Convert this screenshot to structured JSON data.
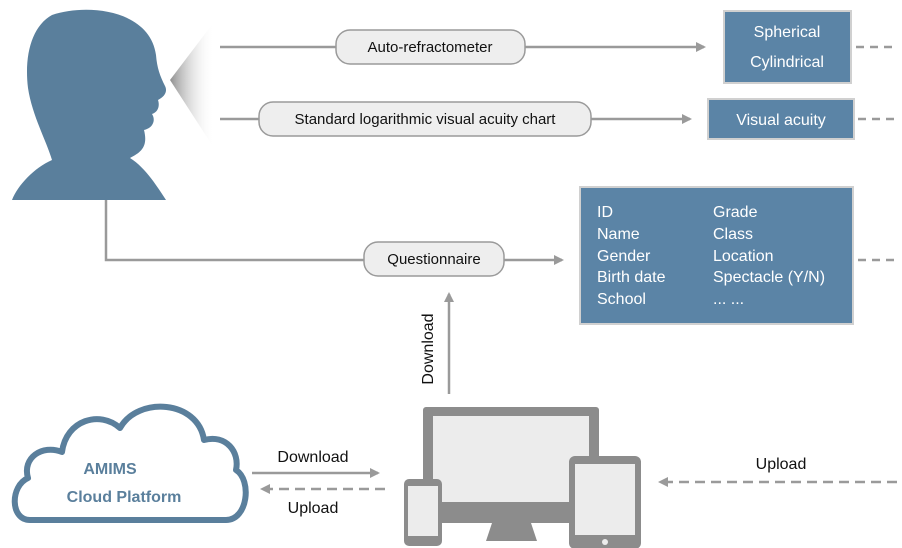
{
  "colors": {
    "accent_blue": "#5a7f9c",
    "box_blue": "#5b84a6",
    "arrow_gray": "#9a9a9a",
    "pill_fill": "#eeeeee",
    "device_gray": "#8c8c8c",
    "screen_fill": "#ececec"
  },
  "icons": {
    "person": "child-head-silhouette-icon",
    "cloud": "cloud-icon",
    "devices": "monitor-tablet-phone-icon"
  },
  "measurements": {
    "refractometer": "Auto-refractometer",
    "acuity_chart": "Standard logarithmic visual acuity chart",
    "questionnaire": "Questionnaire"
  },
  "outputs": {
    "refraction": [
      "Spherical",
      "Cylindrical"
    ],
    "visual_acuity": "Visual acuity",
    "info_left": [
      "ID",
      "Name",
      "Gender",
      "Birth date",
      "School"
    ],
    "info_right": [
      "Grade",
      "Class",
      "Location",
      "Spectacle (Y/N)",
      "... ..."
    ]
  },
  "cloud": {
    "line1": "AMIMS",
    "line2": "Cloud Platform"
  },
  "transfer": {
    "download_up": "Download",
    "download_right": "Download",
    "upload_left": "Upload",
    "upload_right": "Upload"
  }
}
